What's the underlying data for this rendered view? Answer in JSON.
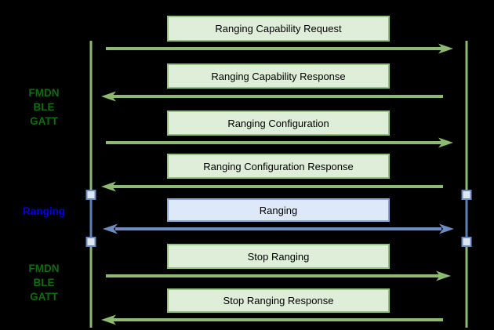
{
  "colors": {
    "background": "#000000",
    "green_line": "#8cba70",
    "green_box_fill": "#dfeed8",
    "green_box_border": "#93c47d",
    "green_label_text": "#0b6e0b",
    "blue_line": "#6d8cc0",
    "blue_box_fill": "#dde8f8",
    "blue_box_border": "#8aa7d6",
    "blue_label_text": "#0000ee",
    "activation_square_fill": "#dce6f4",
    "box_text": "#000000"
  },
  "side_labels": [
    {
      "text": "FMDN\nBLE\nGATT",
      "style": "green"
    },
    {
      "text": "Ranging",
      "style": "blue"
    },
    {
      "text": "FMDN\nBLE\nGATT",
      "style": "green"
    }
  ],
  "messages": [
    {
      "label": "Ranging Capability Request",
      "direction": "left-to-right",
      "style": "green"
    },
    {
      "label": "Ranging Capability Response",
      "direction": "right-to-left",
      "style": "green"
    },
    {
      "label": "Ranging Configuration",
      "direction": "left-to-right",
      "style": "green"
    },
    {
      "label": "Ranging Configuration Response",
      "direction": "right-to-left",
      "style": "green"
    },
    {
      "label": "Ranging",
      "direction": "bidirectional",
      "style": "blue"
    },
    {
      "label": "Stop Ranging",
      "direction": "left-to-right",
      "style": "green"
    },
    {
      "label": "Stop Ranging Response",
      "direction": "right-to-left",
      "style": "green"
    }
  ]
}
